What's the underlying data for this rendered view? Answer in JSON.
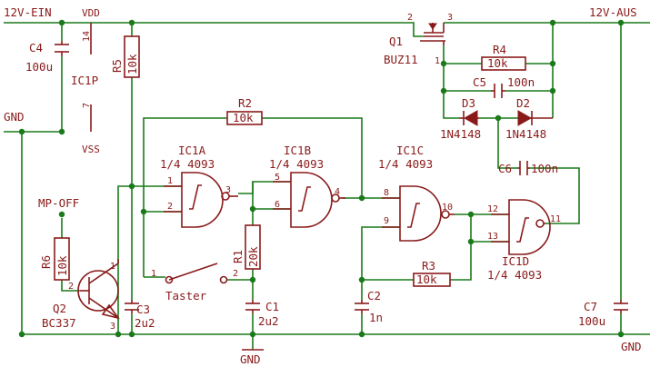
{
  "nets": {
    "input": "12V-EIN",
    "vdd": "VDD",
    "output": "12V-AUS",
    "gnd_left": "GND",
    "gnd_right": "GND",
    "gnd_bottom": "GND",
    "vss": "VSS",
    "mp_off": "MP-OFF"
  },
  "components": {
    "c4": {
      "name": "C4",
      "value": "100u"
    },
    "ic1p": {
      "name": "IC1P",
      "pin_top": "14",
      "pin_bottom": "7"
    },
    "r5": {
      "name": "R5",
      "value": "10k"
    },
    "r2": {
      "name": "R2",
      "value": "10k"
    },
    "ic1a": {
      "name": "IC1A",
      "value": "1/4 4093",
      "pin_in1": "1",
      "pin_in2": "2",
      "pin_out": "3"
    },
    "ic1b": {
      "name": "IC1B",
      "value": "1/4 4093",
      "pin_in1": "5",
      "pin_in2": "6",
      "pin_out": "4"
    },
    "ic1c": {
      "name": "IC1C",
      "value": "1/4 4093",
      "pin_in1": "8",
      "pin_in2": "9",
      "pin_out": "10"
    },
    "ic1d": {
      "name": "IC1D",
      "value": "1/4 4093",
      "pin_in1": "12",
      "pin_in2": "13",
      "pin_out": "11"
    },
    "q1": {
      "name": "Q1",
      "value": "BUZ11",
      "pin_g": "1",
      "pin_d": "2",
      "pin_s": "3"
    },
    "r4": {
      "name": "R4",
      "value": "10k"
    },
    "c5": {
      "name": "C5",
      "value": "100n"
    },
    "d3": {
      "name": "D3",
      "value": "1N4148"
    },
    "d2": {
      "name": "D2",
      "value": "1N4148"
    },
    "c6": {
      "name": "C6",
      "value": "100n"
    },
    "r6": {
      "name": "R6",
      "value": "10k"
    },
    "q2": {
      "name": "Q2",
      "value": "BC337",
      "pin_c": "1",
      "pin_b": "2",
      "pin_e": "3"
    },
    "c3": {
      "name": "C3",
      "value": "2u2"
    },
    "r1": {
      "name": "R1",
      "value": "20k"
    },
    "c1": {
      "name": "C1",
      "value": "2u2"
    },
    "switch": {
      "name": "Taster",
      "pin1": "1",
      "pin2": "2"
    },
    "c2": {
      "name": "C2",
      "value": "1n"
    },
    "r3": {
      "name": "R3",
      "value": "10k"
    },
    "c7": {
      "name": "C7",
      "value": "100u"
    }
  }
}
